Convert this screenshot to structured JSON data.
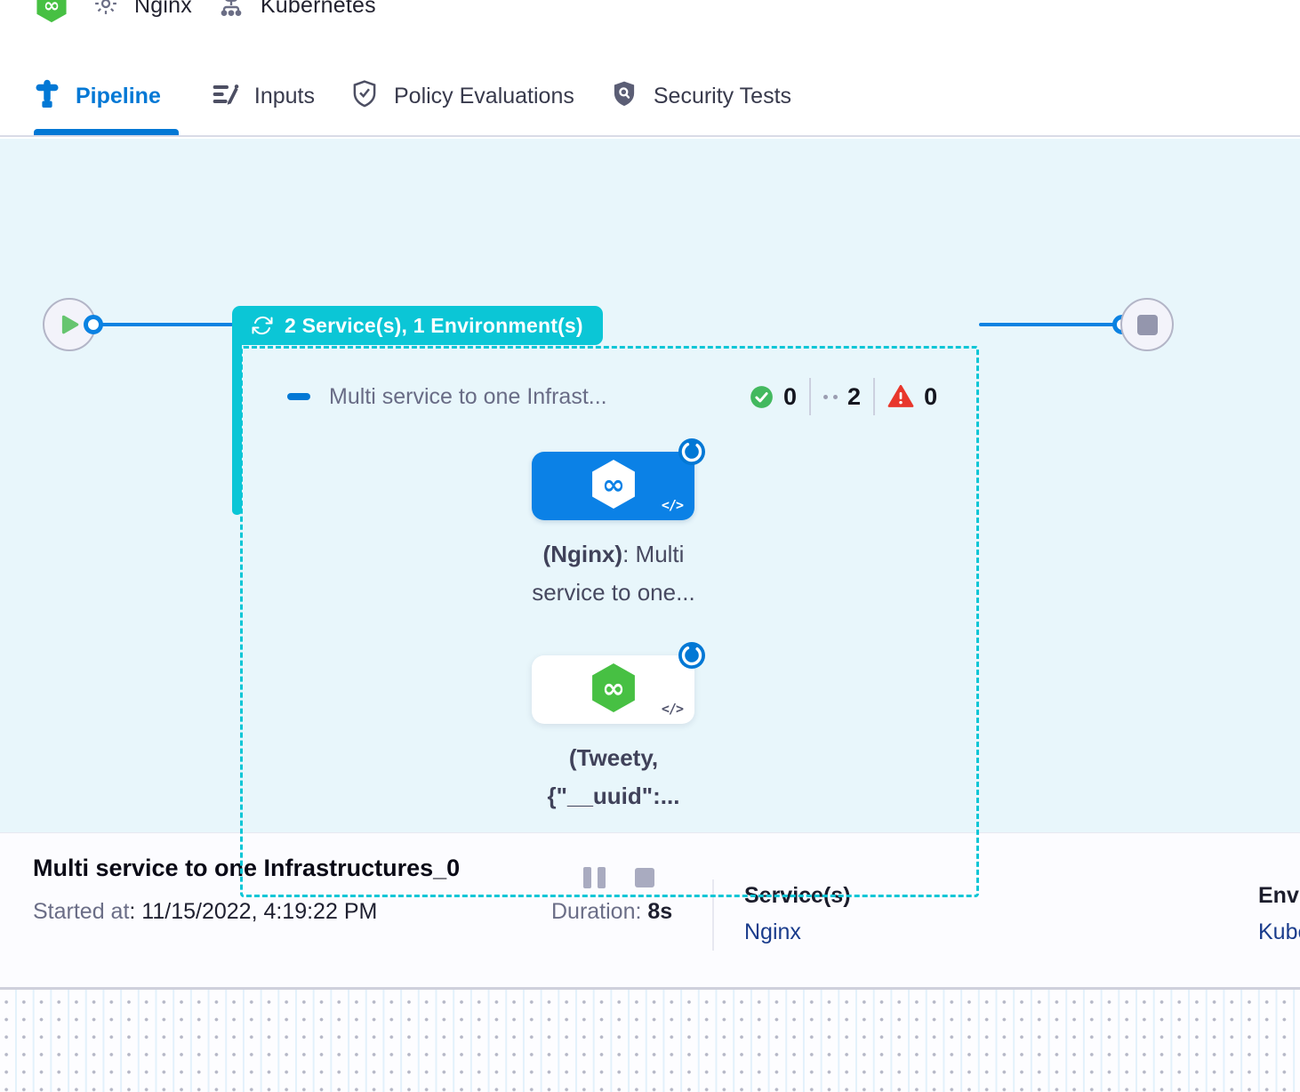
{
  "header": {
    "service_crumb": {
      "label": "Nginx"
    },
    "environment_crumb": {
      "label": "Kubernetes"
    }
  },
  "tabs": [
    {
      "label": "Pipeline",
      "active": true
    },
    {
      "label": "Inputs",
      "active": false
    },
    {
      "label": "Policy Evaluations",
      "active": false
    },
    {
      "label": "Security Tests",
      "active": false
    }
  ],
  "pipeline": {
    "stage_badge_label": "2 Service(s), 1 Environment(s)",
    "stage_title": "Multi service to one Infrast...",
    "counts": {
      "success": "0",
      "running": "2",
      "failed": "0"
    },
    "nodes": [
      {
        "id": "nginx",
        "label_bold": "(Nginx)",
        "label_rest": ": Multi service to one...",
        "code_glyph": "</>"
      },
      {
        "id": "tweety",
        "label_bold": "(Tweety, {\"__uuid\":...",
        "label_rest": "",
        "code_glyph": "</>"
      }
    ]
  },
  "footer": {
    "title": "Multi service to one Infrastructures_0",
    "started_label": "Started at",
    "started_value": ": 11/15/2022, 4:19:22 PM",
    "duration_label": "Duration: ",
    "duration_value": "8s",
    "services_label": "Service(s)",
    "services_value": "Nginx",
    "environments_label": "Environment(s)",
    "environments_value": "Kubernetes"
  },
  "colors": {
    "teal_accent": "#0bc6d6",
    "primary_blue": "#0278d5",
    "node_blue": "#0b81e6",
    "harness_green": "#47c043",
    "success_green": "#43b95f",
    "error_red": "#e8372c",
    "link_navy": "#1a3c8c",
    "canvas_bg": "#e8f6fb"
  }
}
